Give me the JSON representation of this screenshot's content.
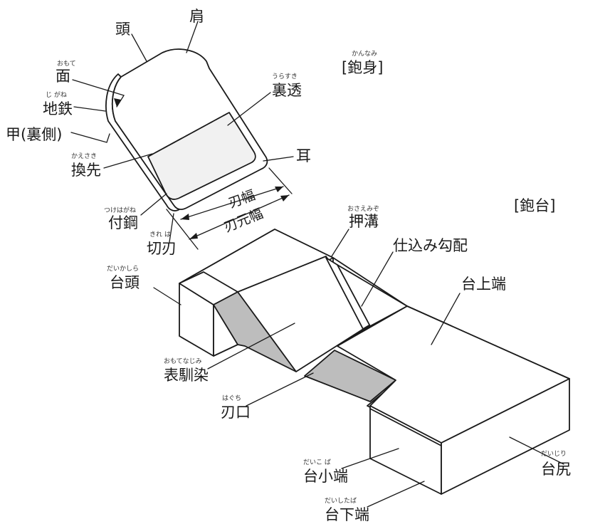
{
  "blade_section": {
    "title": "[鉋身]",
    "title_ruby": "かんなみ",
    "labels": {
      "atama": "頭",
      "kata": "肩",
      "omote": "面",
      "omote_ruby": "おもて",
      "jigane": "地鉄",
      "jigane_ruby": "じ がね",
      "kou": "甲(裏側)",
      "urasuki": "裏透",
      "urasuki_ruby": "うらすき",
      "mimi": "耳",
      "kaesaki": "換先",
      "kaesaki_ruby": "かえさき",
      "tsukehagane": "付鋼",
      "tsukehagane_ruby": "つけはがね",
      "kireha": "切刃",
      "kireha_ruby": "きれ は",
      "hahaba": "刃幅",
      "hamotohaba": "刃元幅"
    }
  },
  "body_section": {
    "title": "[鉋台]",
    "labels": {
      "osaemizo": "押溝",
      "osaemizo_ruby": "おさえみぞ",
      "shikomi": "仕込み勾配",
      "daikashira": "台頭",
      "daikashira_ruby": "だいかしら",
      "daiuwaba": "台上端",
      "omotenajimi": "表馴染",
      "omotenajimi_ruby": "おもてなじみ",
      "haguchi": "刃口",
      "haguchi_ruby": "はぐち",
      "daikoba": "台小端",
      "daikoba_ruby": "だいこ ば",
      "daijiri": "台尻",
      "daijiri_ruby": "だいじり",
      "daishitaba": "台下端",
      "daishitaba_ruby": "だいしたば"
    }
  }
}
